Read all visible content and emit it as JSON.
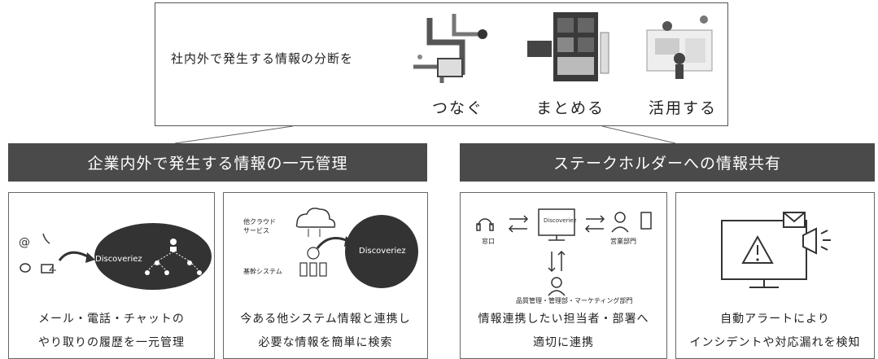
{
  "top": {
    "intro": "社内外で発生する情報の分断を",
    "actions": [
      "つなぐ",
      "まとめる",
      "活用する"
    ]
  },
  "banners": [
    "企業内外で発生する情報の一元管理",
    "ステークホルダーへの情報共有"
  ],
  "cards": [
    {
      "caption": [
        "メール・電話・チャットの",
        "やり取りの履歴を一元管理"
      ],
      "brand": "Discoveriez"
    },
    {
      "caption": [
        "今ある他システム情報と連携し",
        "必要な情報を簡単に検索"
      ],
      "brand": "Discoveriez",
      "labels": [
        "他クラウド",
        "サービス",
        "基幹システム"
      ]
    },
    {
      "caption": [
        "情報連携したい担当者・部署へ",
        "適切に連携"
      ],
      "brand": "Discoveriez",
      "labels": [
        "窓口",
        "営業部門",
        "品質管理・管理部・マーケティング部門"
      ]
    },
    {
      "caption": [
        "自動アラートにより",
        "インシデントや対応漏れを検知"
      ]
    }
  ]
}
